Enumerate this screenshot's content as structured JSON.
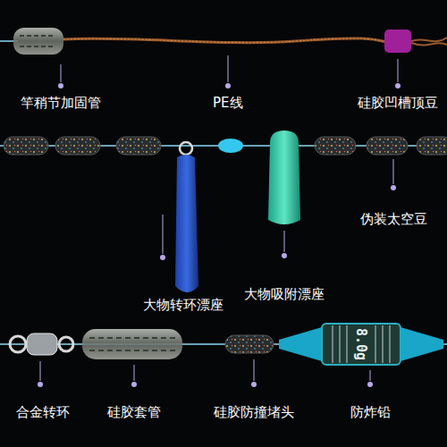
{
  "diagram": {
    "labels": [
      "竿稍节加固管",
      "PE线",
      "硅胶凹槽顶豆",
      "伪装太空豆",
      "大物转环漂座",
      "大物吸附漂座",
      "合金转环",
      "硅胶套管",
      "硅胶防撞堵头",
      "防炸铅",
      "8.0g"
    ]
  }
}
